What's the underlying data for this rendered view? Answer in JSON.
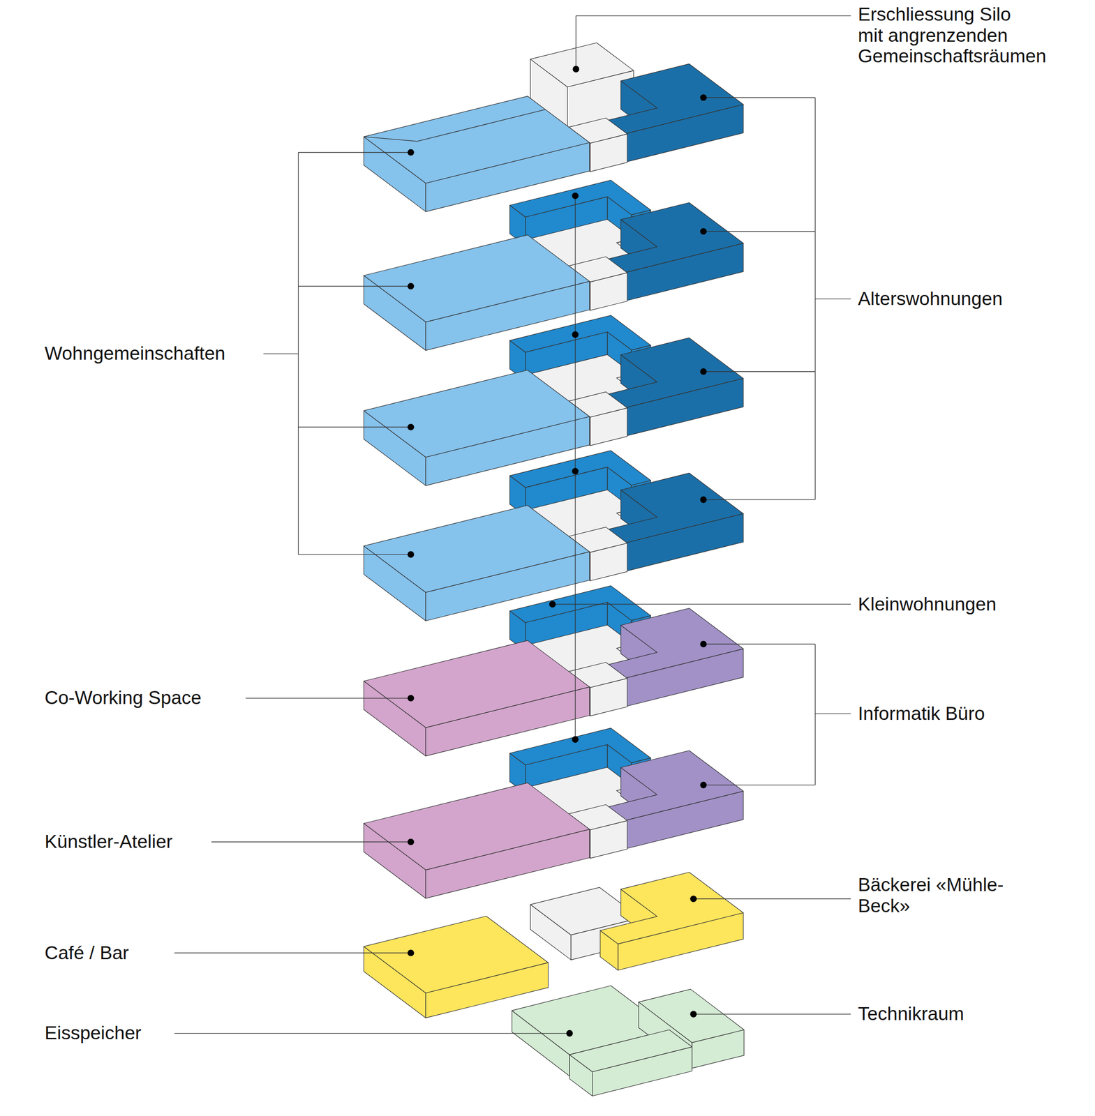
{
  "diagram": {
    "labels": [
      "Erschliessung Silo mit angrenzenden Gemeinschaftsräumen",
      "Wohngemeinschaften",
      "Alterswohnungen",
      "Kleinwohnungen",
      "Co-Working Space",
      "Informatik Büro",
      "Künstler-Atelier",
      "Bäckerei «Mühle-Beck»",
      "Café / Bar",
      "Technikraum",
      "Eisspeicher"
    ]
  }
}
